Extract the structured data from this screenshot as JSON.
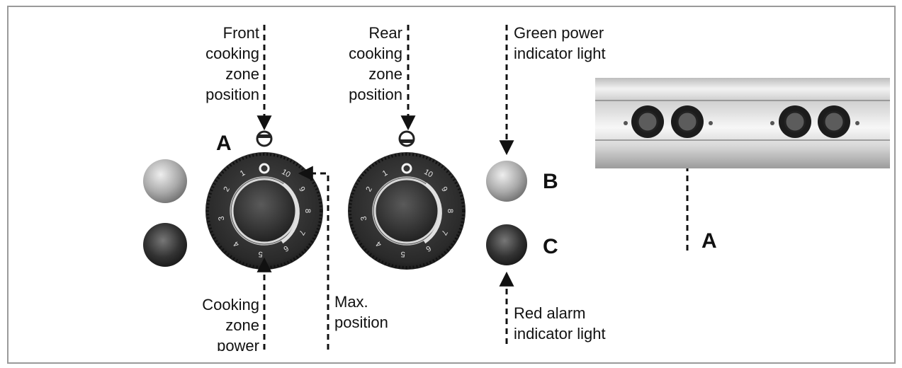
{
  "labels": {
    "front_zone": [
      "Front",
      "cooking",
      "zone",
      "position"
    ],
    "rear_zone": [
      "Rear",
      "cooking",
      "zone",
      "position"
    ],
    "green_light": [
      "Green power",
      "indicator light"
    ],
    "red_light": [
      "Red alarm",
      "indicator light"
    ],
    "cooking_power": [
      "Cooking",
      "zone",
      "power"
    ],
    "max_position": [
      "Max.",
      "position"
    ]
  },
  "letters": {
    "a_left": "A",
    "b": "B",
    "c": "C",
    "a_right": "A"
  },
  "dial_numbers": [
    "1",
    "2",
    "3",
    "4",
    "5",
    "6",
    "7",
    "8",
    "9",
    "10"
  ],
  "colors": {
    "dial": "#2a2a2a",
    "frame": "#9a9a9a",
    "arrow": "#111111"
  }
}
